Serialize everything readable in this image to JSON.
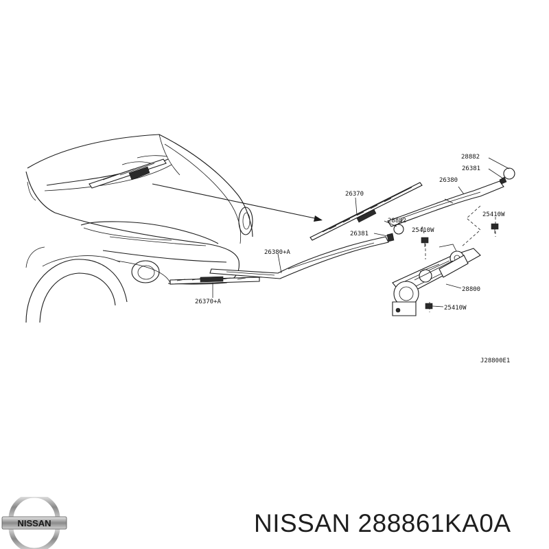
{
  "diagram": {
    "labels": {
      "p28882_top": "28882",
      "p26381_top": "26381",
      "p26370": "26370",
      "p26380": "26380",
      "p28882_mid": "28882",
      "p25410w_right": "25410W",
      "p26381_mid": "26381",
      "p25410w_mid": "25410W",
      "p26380a": "26380+A",
      "p28800": "28800",
      "p25410w_bottom": "25410W",
      "p26370a": "26370+A",
      "ref_code": "J28800E1"
    }
  },
  "brand": {
    "logo_text": "NISSAN",
    "caption": "NISSAN 288861KA0A"
  }
}
